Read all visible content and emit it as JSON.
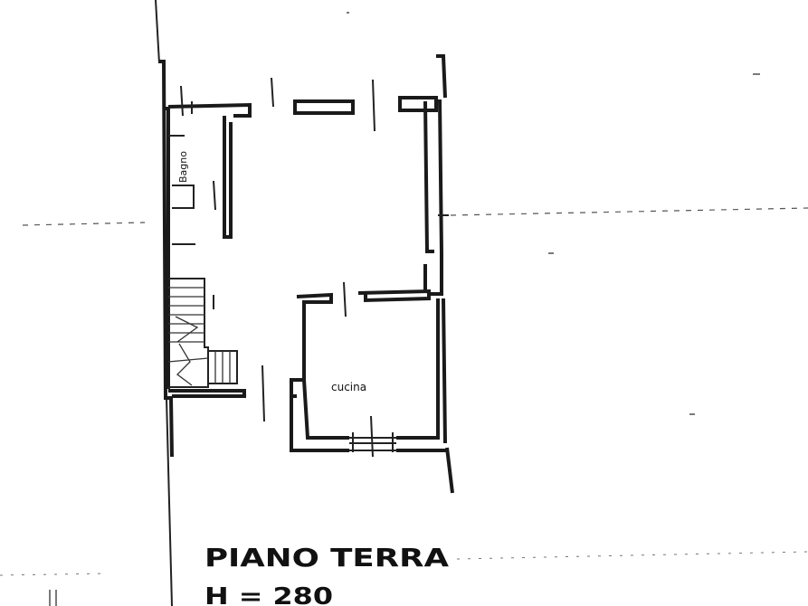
{
  "plan": {
    "title": "PIANO TERRA",
    "height_note": "H = 280",
    "rooms": {
      "bathroom": "Bagno",
      "kitchen": "cucina"
    },
    "ink_color": "#1a1a1a",
    "paper_color": "#ffffff"
  }
}
